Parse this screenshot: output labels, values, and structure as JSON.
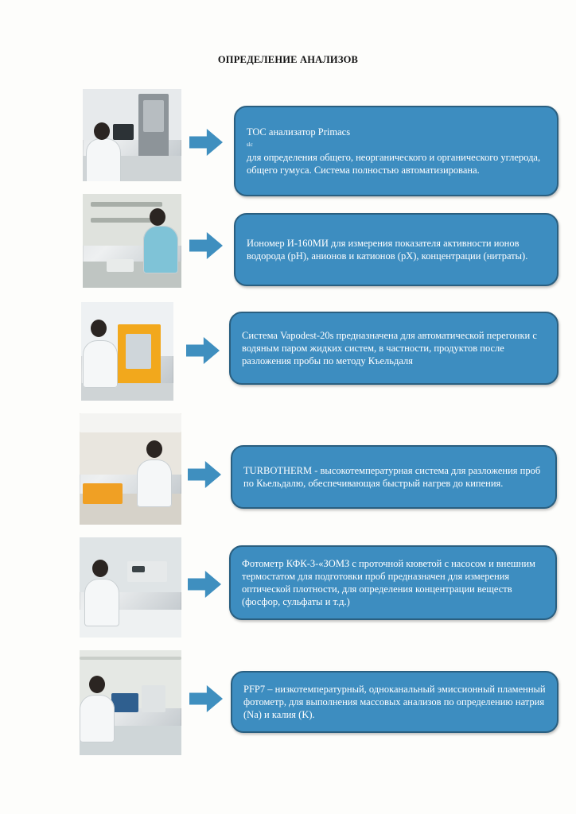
{
  "page": {
    "title": "ОПРЕДЕЛЕНИЕ АНАЛИЗОВ"
  },
  "colors": {
    "box_fill": "#3d8dc0",
    "box_border": "#2a5f80",
    "arrow": "#3f8fbf",
    "box_text": "#ffffff"
  },
  "items": [
    {
      "pre": "TOC анализатор Primacs",
      "sup": "slc",
      "post": " для определения общего, неорганического и органического углерода, общего гумуса. Система полностью автоматизирована."
    },
    {
      "pre": "Иономер И-160МИ для измерения показателя активности ионов водорода (pH), анионов и катионов (pX), концентрации (нитраты).",
      "sup": "",
      "post": ""
    },
    {
      "pre": "Система Vapodest-20s  предназначена для автоматической перегонки с водяным паром  жидких  систем, в частности, продуктов  после разложения пробы по методу Къельдаля",
      "sup": "",
      "post": ""
    },
    {
      "pre": "TURBOTHERM -  высокотемпературная система  для разложения проб по Кьельдалю, обеспечивающая быстрый нагрев до кипения.",
      "sup": "",
      "post": ""
    },
    {
      "pre": "Фотометр КФК-3-«ЗОМЗ с проточной кюветой с насосом и внешним термостатом для подготовки проб предназначен для измерения оптической плотности, для определения концентрации веществ (фосфор, сульфаты и т.д.)",
      "sup": "",
      "post": ""
    },
    {
      "pre": "PFP7 – низкотемпературный,  одноканальный эмиссионный пламенный фотометр, для выполнения массовых анализов по определению натрия (Na) и калия (K).",
      "sup": "",
      "post": ""
    }
  ]
}
